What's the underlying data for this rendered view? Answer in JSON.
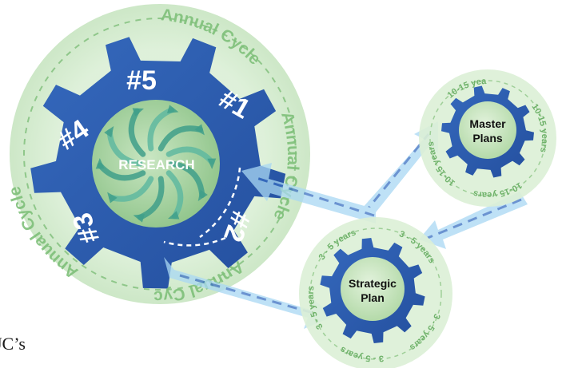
{
  "colors": {
    "gear_blue": "#2d5fb2",
    "gear_blue_dark": "#1f4a94",
    "ring_green": "#cfe8c9",
    "ring_text_green": "#7fc07a",
    "hub_green": "#a9d3a2",
    "arrow_blue": "#9fd0f0",
    "arrow_dash": "#3a6fc2"
  },
  "main_gear": {
    "ring_label": "Annual Cycle",
    "hub_label": "RESEARCH",
    "steps": [
      "#1",
      "#2",
      "#3",
      "#4",
      "#5"
    ]
  },
  "master_plans": {
    "ring_label": "10-15 years",
    "hub_label_line1": "Master",
    "hub_label_line2": "Plans"
  },
  "strategic_plan": {
    "ring_label": "3 - 5 years",
    "hub_label_line1": "Strategic",
    "hub_label_line2": "Plan"
  },
  "footer_text": "JC’s"
}
